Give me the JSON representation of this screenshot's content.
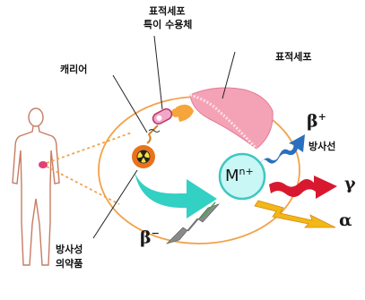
{
  "labels": {
    "target_receptor_line1": "표적세포",
    "target_receptor_line2": "특이 수용체",
    "target_cell": "표적세포",
    "carrier": "캐리어",
    "radiopharm_line1": "방사성",
    "radiopharm_line2": "의약품",
    "radiation": "방사선"
  },
  "particles": {
    "beta_plus": "β",
    "beta_plus_sup": "+",
    "beta_minus": "β",
    "beta_minus_sup": "−",
    "gamma": "γ",
    "alpha": "α"
  },
  "metal_ion": {
    "base": "M",
    "sup": "n+"
  },
  "colors": {
    "orange_outline": "#f2a24a",
    "target_cell": "#f4a3b6",
    "cyan_arrow": "#33d0c4",
    "metal_circle": "#c8f7f5",
    "beta_plus_arrow": "#2a6fbf",
    "gamma_arrow": "#d8182e",
    "alpha_arrow": "#f0b818",
    "beta_minus_arrow": "#8a8a8a"
  }
}
